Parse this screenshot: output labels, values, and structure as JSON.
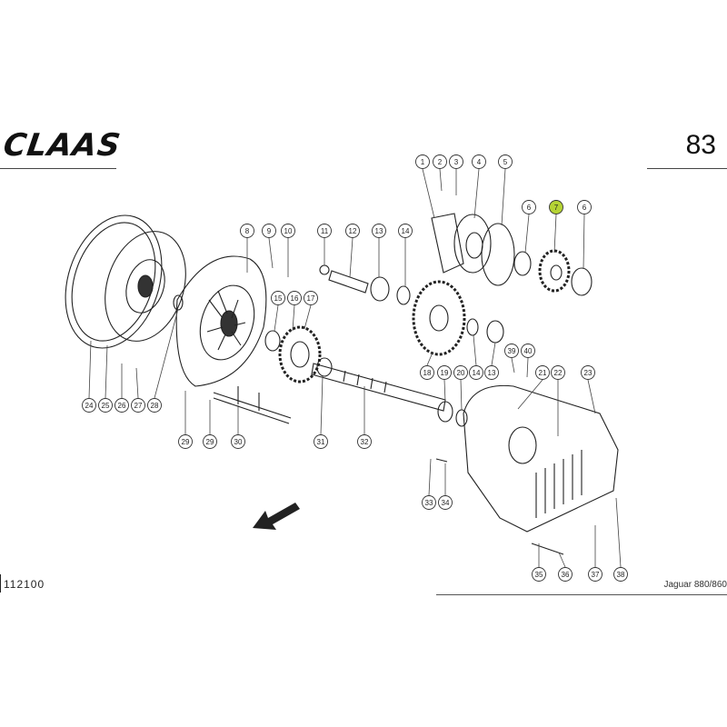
{
  "header": {
    "brand": "CLAAS",
    "page_number": "83"
  },
  "footer": {
    "drawing_number": "112100",
    "model": "Jaguar 880/860"
  },
  "highlight_color": "#b5d334",
  "highlighted_part": "7",
  "callouts": [
    "1",
    "2",
    "3",
    "4",
    "5",
    "6",
    "7",
    "6",
    "8",
    "9",
    "10",
    "11",
    "12",
    "13",
    "14",
    "15",
    "16",
    "17",
    "18",
    "19",
    "20",
    "14",
    "13",
    "39",
    "40",
    "21",
    "22",
    "23",
    "24",
    "25",
    "26",
    "27",
    "28",
    "29",
    "29",
    "30",
    "31",
    "32",
    "33",
    "34",
    "35",
    "36",
    "37",
    "38"
  ]
}
